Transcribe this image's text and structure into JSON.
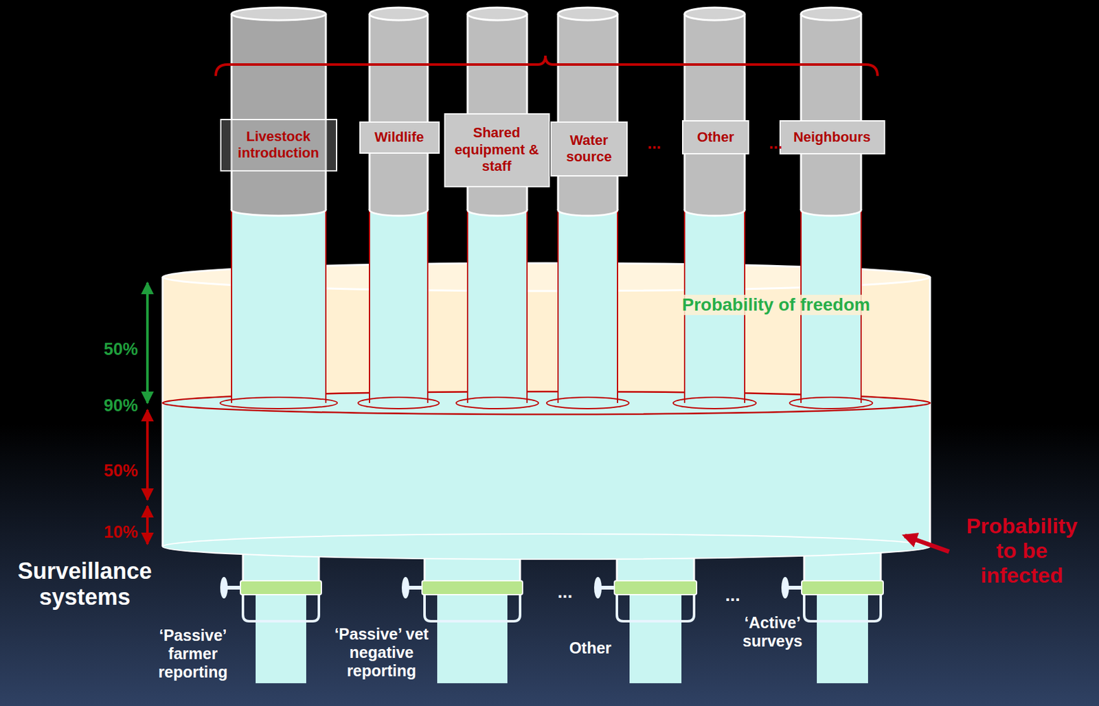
{
  "diagram": {
    "nodes": [
      {
        "text": [
          "Livestock introduction"
        ]
      },
      {
        "text": [
          "Wildlife"
        ]
      },
      {
        "text": [
          "Shared equipment & staff"
        ]
      },
      {
        "text": [
          "Water source"
        ]
      },
      {
        "text": [
          "Other"
        ]
      },
      {
        "text": [
          "Neighbours"
        ]
      }
    ],
    "labels": [
      "...",
      "...",
      "Probability of freedom",
      "50%",
      "90%",
      "50%",
      "10%",
      "Surveillance systems",
      "...",
      "...",
      "Probability to be infected",
      "‘Passive’ farmer reporting",
      "‘Passive’ vet negative reporting",
      "Other",
      "‘Active’ surveys"
    ]
  }
}
